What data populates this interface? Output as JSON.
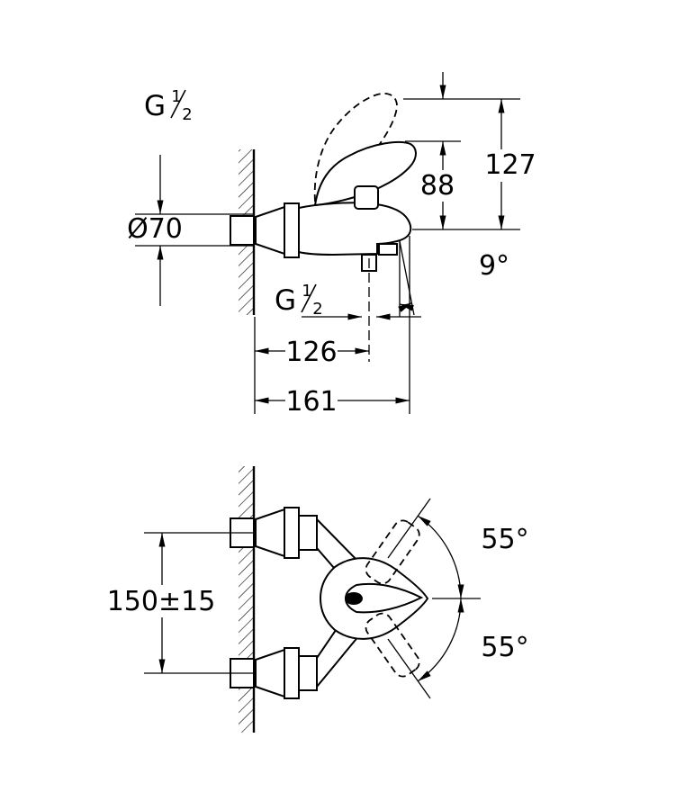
{
  "front_view": {
    "wall_thread": {
      "letter": "G",
      "numerator": "1",
      "denominator": "2"
    },
    "rosette_diameter": "Ø70",
    "max_height": "127",
    "handle_height": "88",
    "spout_angle": "9°",
    "outlet_thread": {
      "letter": "G",
      "numerator": "1",
      "denominator": "2"
    },
    "outlet_distance": "126",
    "total_projection": "161"
  },
  "top_view": {
    "connection_spacing": "150±15",
    "handle_angle_up": "55°",
    "handle_angle_down": "55°"
  }
}
